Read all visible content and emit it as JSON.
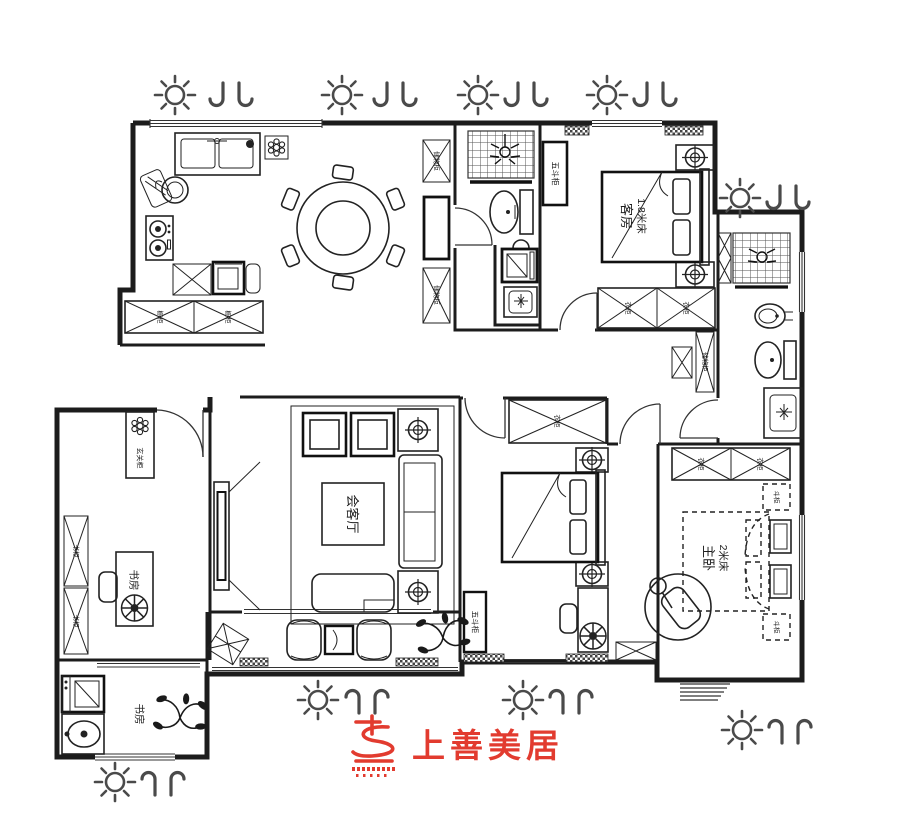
{
  "colors": {
    "line": "#1c1c1c",
    "symbol": "#4a4a4a",
    "logo_red": "#e23b2f"
  },
  "symbols": {
    "sun": "sun-icon",
    "airflow_down": "airflow-down-icon",
    "airflow_up": "airflow-up-icon"
  },
  "logo": {
    "brand": "上善美居"
  },
  "labels": {
    "guest_room": "客房",
    "guest_bed": "1.8米床",
    "master_room": "主卧",
    "master_bed": "2米床",
    "living_room": "会客厅",
    "study": "书房",
    "study_south": "书房",
    "entry_cabinet": "玄关柜",
    "chest": "五斗柜",
    "storage": "储物柜",
    "wardrobe": "衣柜",
    "bookcase": "书柜",
    "kitchen_cabinet": "橱柜",
    "small_chest": "斗柜"
  }
}
